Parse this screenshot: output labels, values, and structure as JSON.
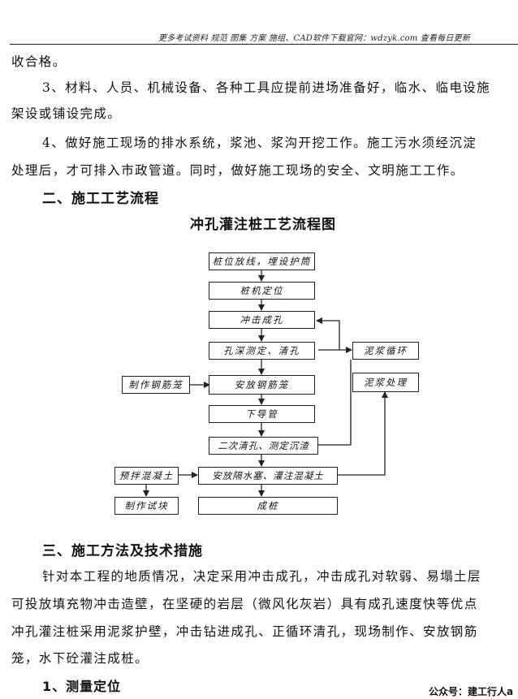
{
  "header": {
    "text": "更多考试资料 规范 图集 方案 施组、CAD软件下载官网：wdzyk.com 查看每日更新"
  },
  "body_top": {
    "line1": "收合格。",
    "line2": "3、材料、人员、机械设备、各种工具应提前进场准备好，临水、临电设施",
    "line3": "架设或铺设完成。",
    "line4": "4、做好施工现场的排水系统，浆池、浆沟开挖工作。施工污水须经沉淀",
    "line5": "处理后，才可排入市政管道。同时，做好施工现场的安全、文明施工工作。"
  },
  "section2": {
    "heading": "二、施工工艺流程"
  },
  "flowchart": {
    "title": "冲孔灌注桩工艺流程图",
    "main_steps": [
      "桩位放线，埋设护筒",
      "桩机定位",
      "冲击成孔",
      "孔深测定、清孔",
      "安放钢筋笼",
      "下导管",
      "二次清孔、测定沉渣",
      "安放隔水塞、灌注混凝土",
      "成桩"
    ],
    "left_steps": [
      "制作钢筋笼",
      "预拌混凝土",
      "制作试块"
    ],
    "right_steps": [
      "泥浆循环",
      "泥浆处理"
    ]
  },
  "section3": {
    "heading": "三、施工方法及技术措施",
    "para1": "针对本工程的地质情况，决定采用冲击成孔，冲击成孔对软弱、易塌土层",
    "para2": "可投放填充物冲击造壁，在坚硬的岩层（微风化灰岩）具有成孔速度快等优点",
    "para3": "冲孔灌注桩采用泥浆护壁，冲击钻进成孔、正循环清孔，现场制作、安放钢筋",
    "para4": "笼，水下砼灌注成桩。"
  },
  "subsection1": {
    "heading": "1、测量定位"
  },
  "footer": {
    "text": "公众号：建工行人a"
  }
}
